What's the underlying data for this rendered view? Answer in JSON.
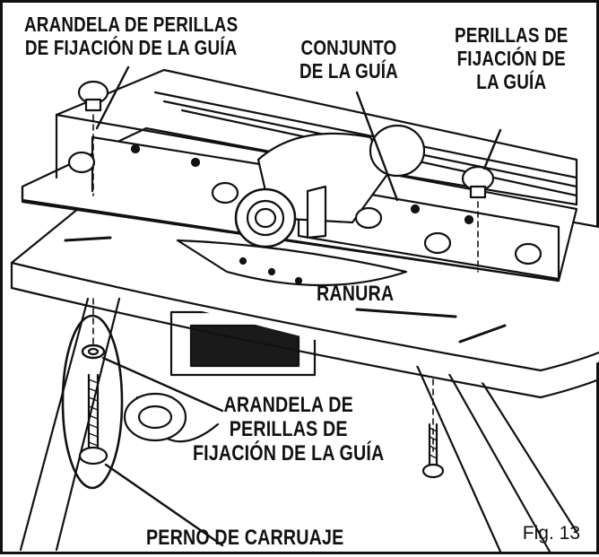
{
  "callouts": {
    "washer_top": [
      "ARANDELA DE PERILLAS",
      "DE FIJACIÓN DE LA GUÍA"
    ],
    "fence_assembly": [
      "CONJUNTO",
      "DE LA GUÍA"
    ],
    "locking_knobs": [
      "PERILLAS DE",
      "FIJACIÓN DE",
      "LA GUÍA"
    ],
    "slot": "RANURA",
    "washer_bottom": [
      "ARANDELA DE",
      "PERILLAS DE",
      "FIJACIÓN DE LA GUÍA"
    ],
    "carriage_bolt": "PERNO DE CARRUAJE"
  },
  "figure_label": "Fig. 13"
}
